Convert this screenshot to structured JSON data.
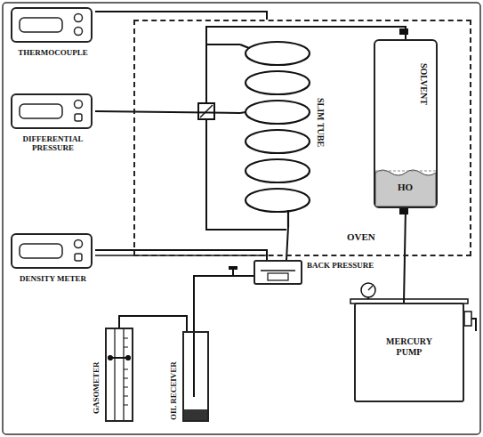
{
  "diagram": {
    "nodes": [
      {
        "text": [
          "THERMOCOUPLE"
        ]
      },
      {
        "text": [
          "DIFFERENTIAL PRESSURE"
        ]
      },
      {
        "text": [
          "DENSITY METER"
        ]
      },
      {
        "text": [
          "OVEN"
        ]
      },
      {
        "text": [
          "SLIM TUBE"
        ],
        "in": 3
      },
      {
        "text": [
          "SOLVENT",
          "HO"
        ],
        "in": 3
      },
      {
        "text": [
          "BACK PRESSURE"
        ]
      },
      {
        "text": [
          "GASOMETER"
        ]
      },
      {
        "text": [
          "OIL RECEIVER"
        ]
      },
      {
        "text": [
          "MERCURY PUMP"
        ]
      }
    ],
    "edges": [
      {
        "from": 0,
        "to": 3,
        "arrow": "none"
      },
      {
        "from": 1,
        "to": 4,
        "arrow": "none"
      },
      {
        "from": 2,
        "to": 6,
        "arrow": "none"
      },
      {
        "from": 4,
        "to": 6,
        "arrow": "none"
      },
      {
        "from": 5,
        "to": 4,
        "arrow": "none"
      },
      {
        "from": 9,
        "to": 5,
        "arrow": "none"
      },
      {
        "from": 6,
        "to": 8,
        "arrow": "none"
      },
      {
        "from": 7,
        "to": 8,
        "arrow": "none"
      }
    ]
  }
}
